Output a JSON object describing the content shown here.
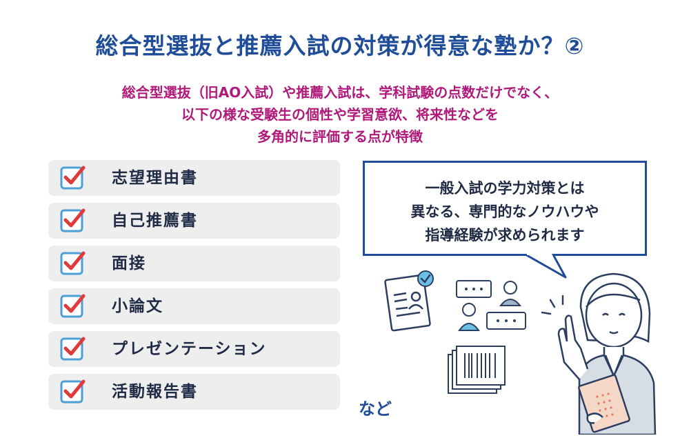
{
  "title": "総合型選抜と推薦入試の対策が得意な塾か？②",
  "subtitle": {
    "line1": "総合型選抜（旧AO入試）や推薦入試は、学科試験の点数だけでなく、",
    "line2": "以下の様な受験生の個性や学習意欲、将来性などを",
    "line3": "多角的に評価する点が特徴"
  },
  "checklist": [
    {
      "label": "志望理由書"
    },
    {
      "label": "自己推薦書"
    },
    {
      "label": "面接"
    },
    {
      "label": "小論文"
    },
    {
      "label": "プレゼンテーション"
    },
    {
      "label": "活動報告書"
    }
  ],
  "bubble": {
    "line1": "一般入試の学力対策とは",
    "line2": "異なる、専門的なノウハウや",
    "line3": "指導経験が求められます"
  },
  "etc_label": "など",
  "colors": {
    "title": "#1f4d99",
    "subtitle": "#b0197a",
    "check_mark": "#e03b3b",
    "check_box_border": "#4a9fd8",
    "item_background": "#eeeeee"
  },
  "icons": [
    "check-icon",
    "document-icon",
    "chat-icon",
    "barcode-icon",
    "teacher-illustration"
  ]
}
